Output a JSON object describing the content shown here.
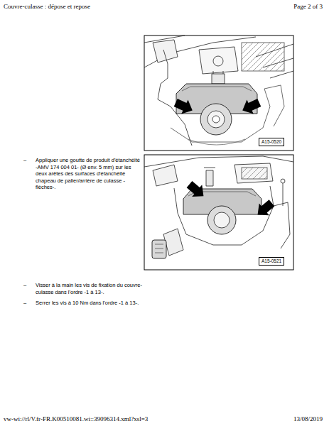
{
  "diagram": {
    "title": "Couvre-culasse : dépose et repose",
    "labels": [
      "Page 2 of 3",
      "A15-0520",
      "–",
      "Appliquer une goutte de produit d'étanchéité -AMV 174 004 01- (Ø env. 5 mm) sur les deux arêtes des surfaces d'étanchéité chapeau de palier/arrière de culasse -flèches-.",
      "A15-0521",
      "–",
      "Visser à la main les vis de fixation du couvre-culasse dans l'ordre -1 à 13-.",
      "–",
      "Serrer les vis à 10 Nm dans l'ordre -1 à 13-.",
      "vw-wi://rl/V.fr-FR.K00510081.wi::39096314.xml?xsl=3",
      "13/08/2019"
    ]
  }
}
